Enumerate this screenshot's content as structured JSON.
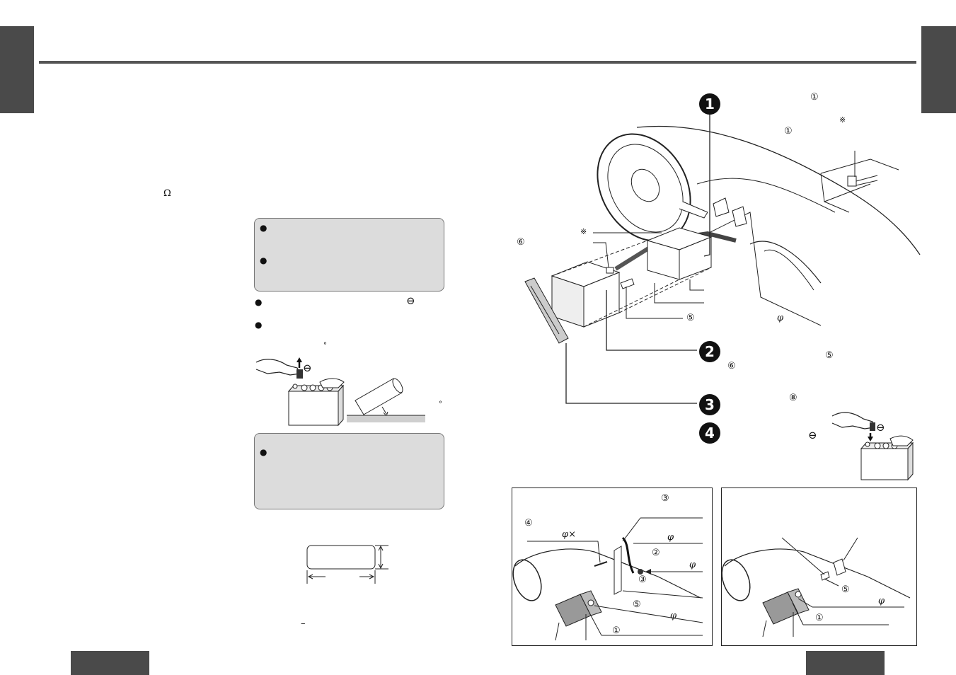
{
  "page": {
    "left_tab": "",
    "right_tab": "",
    "footer_left": "",
    "footer_right": ""
  },
  "left_column": {
    "omega_symbol": "Ω",
    "caution_box_1": {
      "bullets": [
        "●",
        "●"
      ]
    },
    "notes": {
      "bullets": [
        "●",
        "●"
      ],
      "minus_symbol": "⊖",
      "degree_symbol": "°"
    },
    "figure_degree_symbol": "°",
    "caution_box_2": {
      "bullets": [
        "●"
      ]
    },
    "dash_symbol": "–"
  },
  "right_column": {
    "steps": [
      "1",
      "2",
      "3",
      "4"
    ],
    "marks": {
      "ref_1_top": "①",
      "asterisk_top": "※",
      "ref_1_second": "①",
      "asterisk_diagram": "※",
      "ref_6_left": "⑥",
      "ref_5_diagram": "⑤",
      "phi_diagram": "φ",
      "ref_5_step2": "⑤",
      "ref_6_step2": "⑥",
      "ref_8_step3": "⑧",
      "minus_step4": "⊖"
    },
    "panel_left": {
      "ref_3_top": "③",
      "ref_4": "④",
      "phi_times": "φ×",
      "phi_1": "φ",
      "ref_2": "②",
      "phi_2": "φ",
      "ref_3": "③",
      "ref_5": "⑤",
      "phi_3": "φ",
      "ref_1": "①"
    },
    "panel_right": {
      "ref_5": "⑤",
      "phi": "φ",
      "ref_1": "①"
    }
  }
}
